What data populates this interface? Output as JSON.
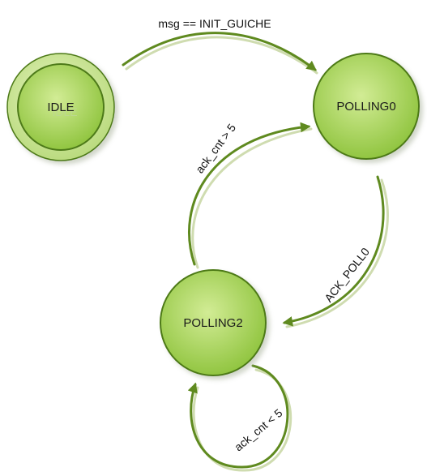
{
  "colors": {
    "node_fill_light": "#cde88c",
    "node_fill_dark": "#8dc43a",
    "node_stroke": "#4d7a19",
    "edge": "#5f8a1f",
    "edge_shadow": "#cfdcb0"
  },
  "nodes": {
    "idle": {
      "label": "IDLE",
      "ghost_label": "IDLE"
    },
    "polling0": {
      "label": "POLLING0"
    },
    "polling2": {
      "label": "POLLING2"
    }
  },
  "edges": {
    "idle_to_polling0": {
      "label": "msg == INIT_GUICHE"
    },
    "polling2_to_polling0": {
      "label": "ack_cnt > 5"
    },
    "polling0_to_polling2": {
      "label": "ACK_POLL0"
    },
    "polling2_self": {
      "label": "ack_cnt < 5"
    }
  }
}
